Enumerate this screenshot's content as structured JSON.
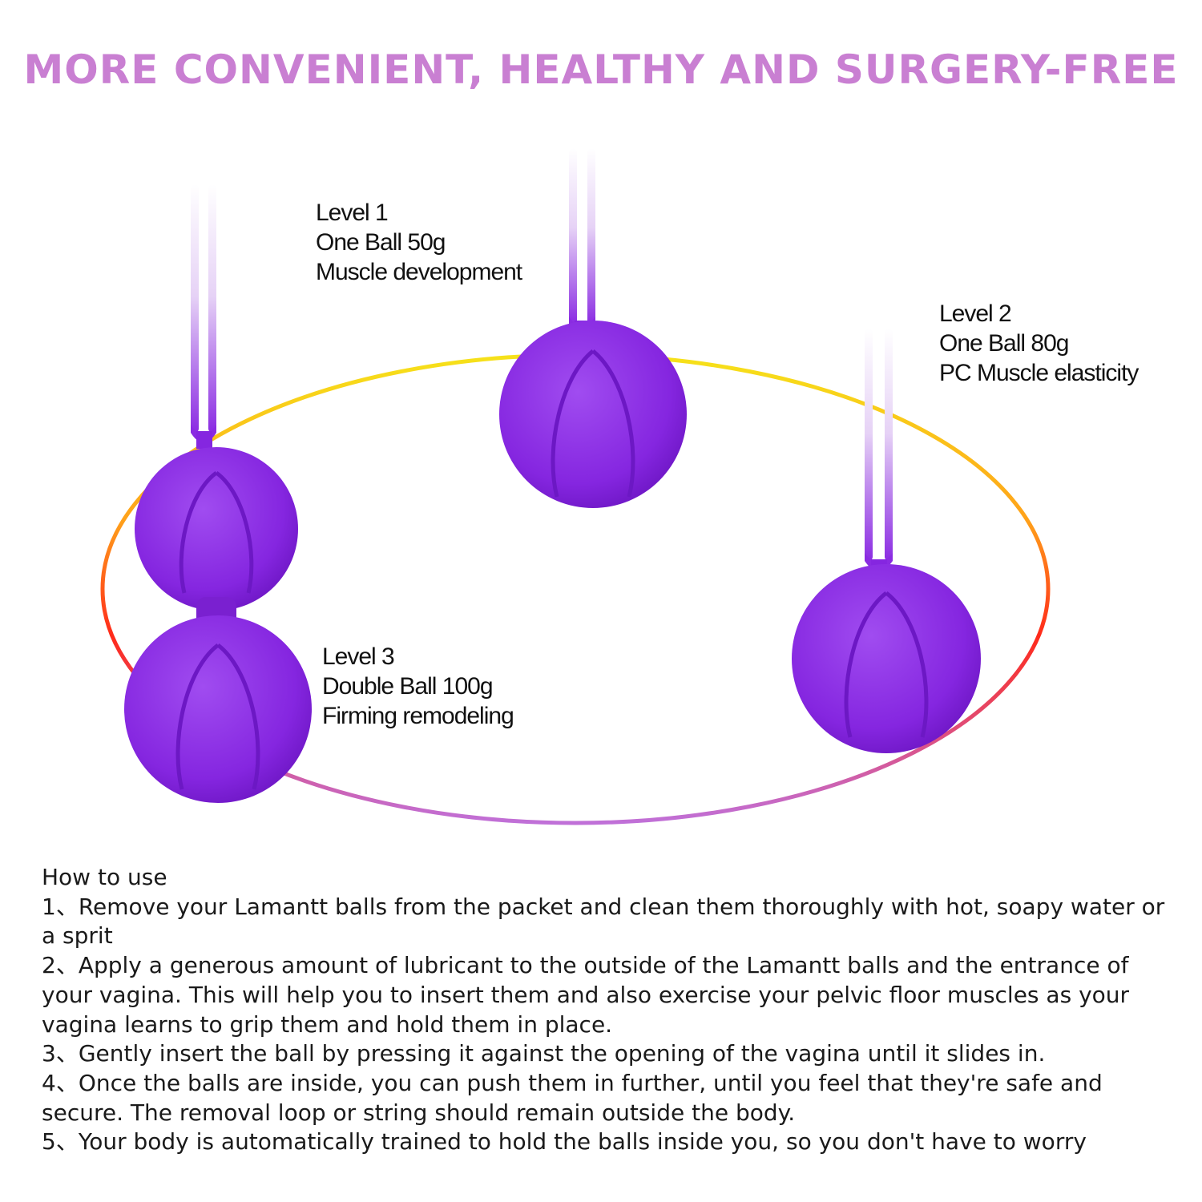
{
  "headline": "MORE CONVENIENT, HEALTHY AND SURGERY-FREE",
  "colors": {
    "headline": "#c97fd2",
    "ball": "#8a2be2",
    "ring_top": "#f6e21a",
    "ring_left": "#ff2a1a",
    "ring_bottom": "#c070d8"
  },
  "levels": [
    {
      "title": "Level 1",
      "spec": "One Ball 50g",
      "benefit": "Muscle development"
    },
    {
      "title": "Level 2",
      "spec": "One Ball 80g",
      "benefit": "PC Muscle elasticity"
    },
    {
      "title": "Level 3",
      "spec": "Double Ball 100g",
      "benefit": "Firming remodeling"
    }
  ],
  "howto": {
    "heading": "How to use",
    "steps": [
      "1、Remove your Lamantt balls from the packet and clean them thoroughly with hot, soapy water or a sprit",
      "2、Apply a generous amount of lubricant to the outside of the Lamantt balls and the entrance of your vagina. This will help you to insert them and also exercise your pelvic floor muscles as your vagina learns to grip them and hold them in place.",
      "3、Gently insert the ball by pressing it against the opening of the vagina until it slides in.",
      "4、Once the balls are inside, you can push them in further, until you feel that they're safe and secure. The removal loop or string should remain outside the body.",
      "5、Your body is automatically trained to hold the balls inside you, so you don't have to worry"
    ]
  }
}
